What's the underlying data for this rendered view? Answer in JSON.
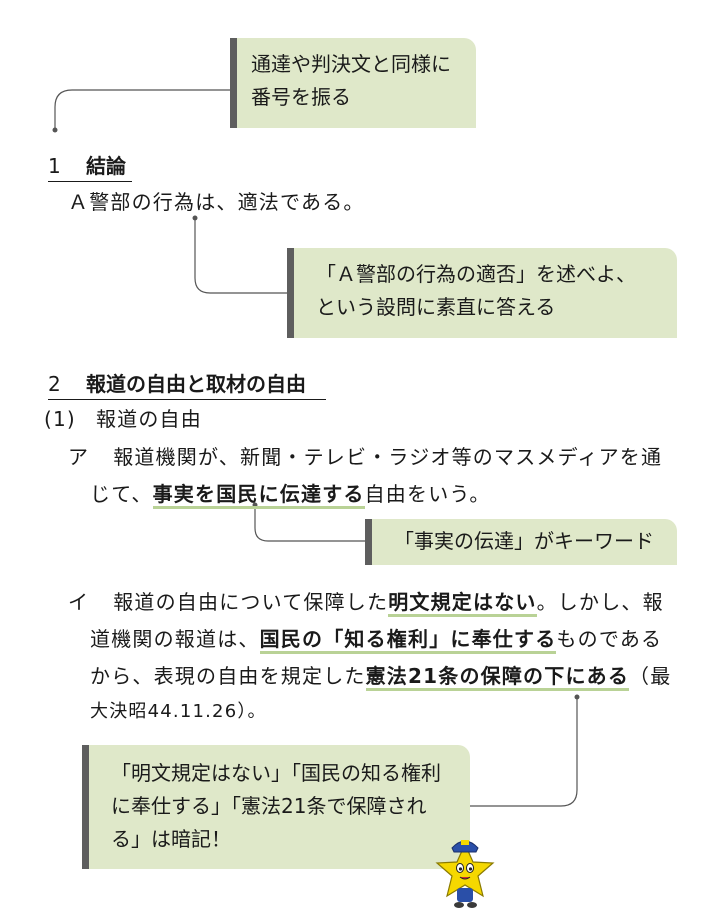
{
  "callouts": {
    "numbering": {
      "line1": "通達や判決文と同様に",
      "line2": "番号を振る"
    },
    "question": {
      "line1": "「Ａ警部の行為の適否」を述べよ、",
      "line2": "という設問に素直に答える"
    },
    "keyword": {
      "text": "「事実の伝達」がキーワード"
    },
    "memorize": {
      "line1": "「明文規定はない」「国民の知る権利",
      "line2": "に奉仕する」「憲法21条で保障され",
      "line3": "る」は暗記！"
    }
  },
  "section1": {
    "number": "1",
    "title": "結論",
    "body": "Ａ警部の行為は、適法である。"
  },
  "section2": {
    "number": "2",
    "title": "報道の自由と取材の自由",
    "sub1": {
      "marker": "(1)",
      "title": "報道の自由"
    },
    "a": {
      "marker": "ア",
      "line1": "報道機関が、新聞・テレビ・ラジオ等のマスメディアを通",
      "line2_pre": "じて、",
      "line2_bold": "事実を国民に伝達する",
      "line2_post": "自由をいう。"
    },
    "i": {
      "marker": "イ",
      "line1_pre": "報道の自由について保障した",
      "line1_bold": "明文規定はない",
      "line1_post": "。しかし、報",
      "line2_pre": "道機関の報道は、",
      "line2_bold": "国民の「知る権利」に奉仕する",
      "line2_post": "ものである",
      "line3_pre": "から、表現の自由を規定した",
      "line3_bold": "憲法21条の保障の下にある",
      "line3_post": "（最",
      "line4": "大決昭44.11.26）。"
    }
  }
}
